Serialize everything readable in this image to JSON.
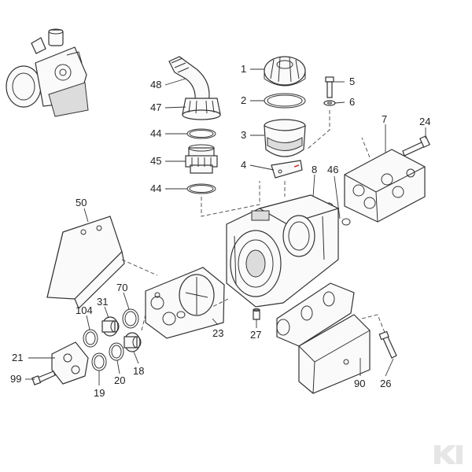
{
  "diagram": {
    "callouts": [
      {
        "id": "48",
        "text": "48"
      },
      {
        "id": "47",
        "text": "47"
      },
      {
        "id": "44a",
        "text": "44"
      },
      {
        "id": "45",
        "text": "45"
      },
      {
        "id": "44b",
        "text": "44"
      },
      {
        "id": "1",
        "text": "1"
      },
      {
        "id": "2",
        "text": "2"
      },
      {
        "id": "3",
        "text": "3"
      },
      {
        "id": "4",
        "text": "4"
      },
      {
        "id": "5",
        "text": "5"
      },
      {
        "id": "6",
        "text": "6"
      },
      {
        "id": "7",
        "text": "7"
      },
      {
        "id": "24",
        "text": "24"
      },
      {
        "id": "8",
        "text": "8"
      },
      {
        "id": "46",
        "text": "46"
      },
      {
        "id": "50",
        "text": "50"
      },
      {
        "id": "70",
        "text": "70"
      },
      {
        "id": "31",
        "text": "31"
      },
      {
        "id": "104",
        "text": "104"
      },
      {
        "id": "21",
        "text": "21"
      },
      {
        "id": "99",
        "text": "99"
      },
      {
        "id": "19",
        "text": "19"
      },
      {
        "id": "20",
        "text": "20"
      },
      {
        "id": "18",
        "text": "18"
      },
      {
        "id": "23",
        "text": "23"
      },
      {
        "id": "27",
        "text": "27"
      },
      {
        "id": "90",
        "text": "90"
      },
      {
        "id": "26",
        "text": "26"
      }
    ]
  },
  "logo": {
    "name": "brand-logo",
    "color": "#e6e6e6"
  },
  "colors": {
    "line": "#333333",
    "fill": "#fafafa",
    "shade": "#dcdcdc",
    "accent_red": "#cc3333"
  }
}
